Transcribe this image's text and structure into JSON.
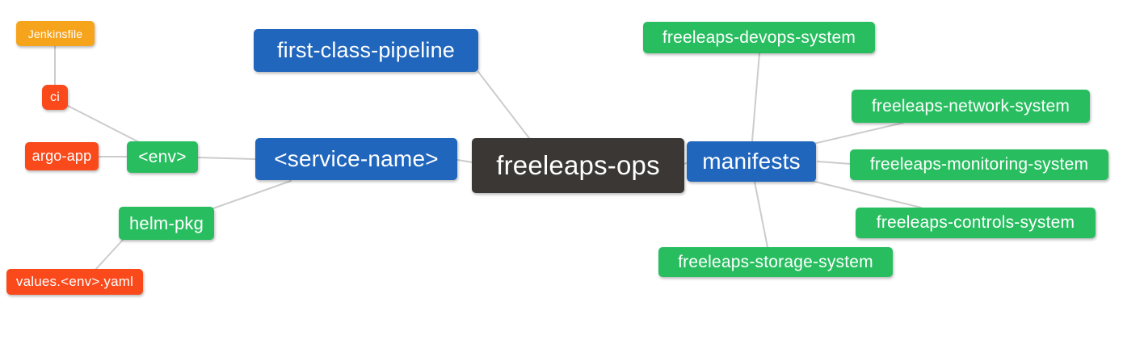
{
  "palette": {
    "orange": "#F7A41D",
    "red": "#FA4A1C",
    "green": "#28BE60",
    "blue": "#2066BD",
    "dark": "#3A3734",
    "edge_line": "#CCCCCC",
    "node_text": "#FFFFFF"
  },
  "nodes": [
    {
      "id": "jenkinsfile",
      "label": "Jenkinsfile",
      "color": "orange"
    },
    {
      "id": "ci",
      "label": "ci",
      "color": "red"
    },
    {
      "id": "argo-app",
      "label": "argo-app",
      "color": "red"
    },
    {
      "id": "env",
      "label": "<env>",
      "color": "green"
    },
    {
      "id": "helm-pkg",
      "label": "helm-pkg",
      "color": "green"
    },
    {
      "id": "values-env-yaml",
      "label": "values.<env>.yaml",
      "color": "red"
    },
    {
      "id": "first-class-pipeline",
      "label": "first-class-pipeline",
      "color": "blue"
    },
    {
      "id": "service-name",
      "label": "<service-name>",
      "color": "blue"
    },
    {
      "id": "freeleaps-ops",
      "label": "freeleaps-ops",
      "color": "dark"
    },
    {
      "id": "manifests",
      "label": "manifests",
      "color": "blue"
    },
    {
      "id": "freeleaps-devops-system",
      "label": "freeleaps-devops-system",
      "color": "green"
    },
    {
      "id": "freeleaps-network-system",
      "label": "freeleaps-network-system",
      "color": "green"
    },
    {
      "id": "freeleaps-monitoring-system",
      "label": "freeleaps-monitoring-system",
      "color": "green"
    },
    {
      "id": "freeleaps-controls-system",
      "label": "freeleaps-controls-system",
      "color": "green"
    },
    {
      "id": "freeleaps-storage-system",
      "label": "freeleaps-storage-system",
      "color": "green"
    }
  ],
  "edges": [
    {
      "from": "freeleaps-ops",
      "to": "first-class-pipeline"
    },
    {
      "from": "freeleaps-ops",
      "to": "service-name"
    },
    {
      "from": "freeleaps-ops",
      "to": "manifests"
    },
    {
      "from": "service-name",
      "to": "env"
    },
    {
      "from": "service-name",
      "to": "helm-pkg"
    },
    {
      "from": "env",
      "to": "ci"
    },
    {
      "from": "env",
      "to": "argo-app"
    },
    {
      "from": "ci",
      "to": "jenkinsfile"
    },
    {
      "from": "helm-pkg",
      "to": "values-env-yaml"
    },
    {
      "from": "manifests",
      "to": "freeleaps-devops-system"
    },
    {
      "from": "manifests",
      "to": "freeleaps-network-system"
    },
    {
      "from": "manifests",
      "to": "freeleaps-monitoring-system"
    },
    {
      "from": "manifests",
      "to": "freeleaps-controls-system"
    },
    {
      "from": "manifests",
      "to": "freeleaps-storage-system"
    }
  ]
}
